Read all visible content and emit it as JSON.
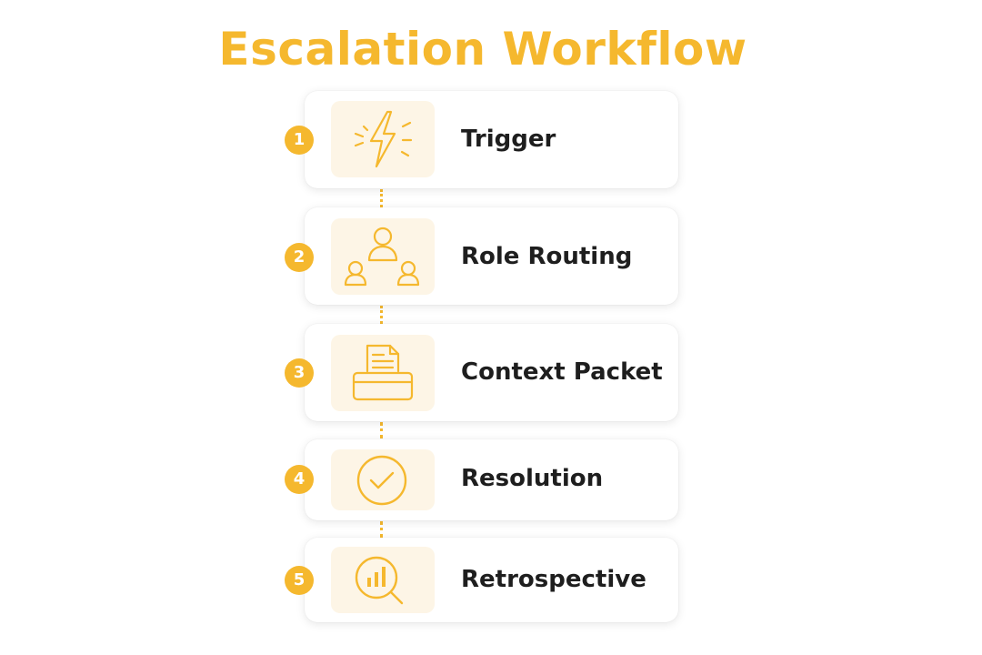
{
  "title": "Escalation Workflow",
  "accent_color": "#f5b82e",
  "steps": [
    {
      "number": "1",
      "label": "Trigger",
      "icon": "lightning-bolt-icon"
    },
    {
      "number": "2",
      "label": "Role Routing",
      "icon": "people-group-icon"
    },
    {
      "number": "3",
      "label": "Context Packet",
      "icon": "document-tray-icon"
    },
    {
      "number": "4",
      "label": "Resolution",
      "icon": "check-circle-icon"
    },
    {
      "number": "5",
      "label": "Retrospective",
      "icon": "magnifier-chart-icon"
    }
  ]
}
